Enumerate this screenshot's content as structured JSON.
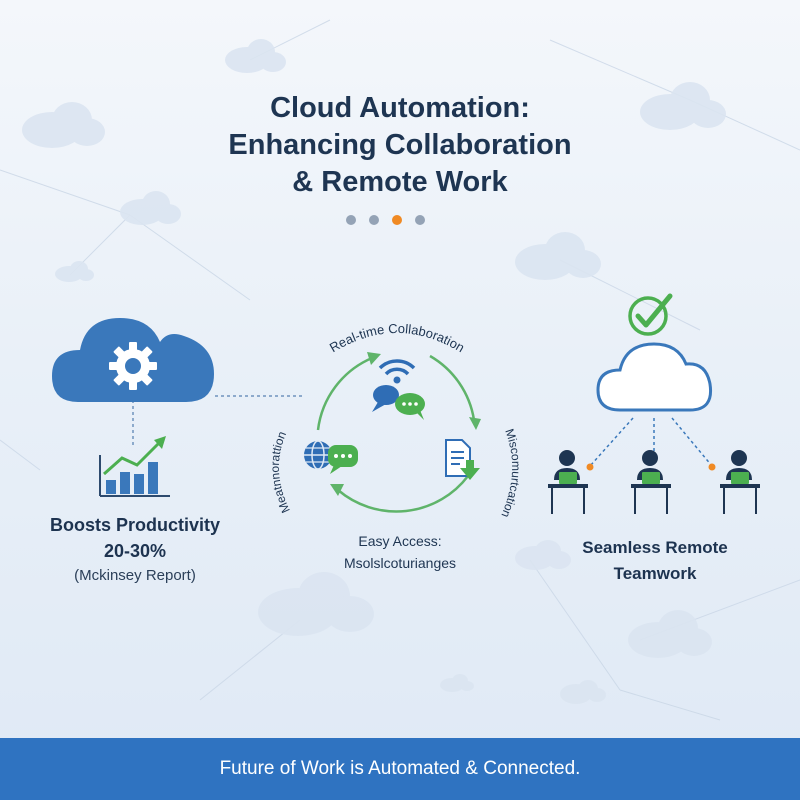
{
  "title": {
    "line1": "Cloud Automation:",
    "line2": "Enhancing Collaboration",
    "line3": "& Remote Work"
  },
  "carousel": {
    "count": 4,
    "active_index": 2
  },
  "left_panel": {
    "line1": "Boosts Productivity",
    "line2": "20-30%",
    "line3": "(Mckinsey Report)",
    "icons": [
      "cloud-gear-icon",
      "growth-chart-icon"
    ]
  },
  "center_panel": {
    "top_label": "Real-time Collaboration",
    "left_label": "Meatnnorattion",
    "right_label": "Miscomurtcation",
    "bottom_line1": "Easy Access:",
    "bottom_line2": "Msolslcoturianges",
    "icons": [
      "chat-wifi-icon",
      "globe-chat-icon",
      "document-download-icon"
    ]
  },
  "right_panel": {
    "line1": "Seamless Remote",
    "line2": "Teamwork",
    "icons": [
      "checkmark-icon",
      "cloud-icon",
      "remote-worker-icon"
    ]
  },
  "footer": {
    "text": "Future of Work is Automated & Connected."
  },
  "colors": {
    "accent_blue": "#2f73c1",
    "cloud_blue": "#3f7fc0",
    "green": "#4caf50",
    "orange": "#f08a24",
    "navy": "#1e3552"
  }
}
